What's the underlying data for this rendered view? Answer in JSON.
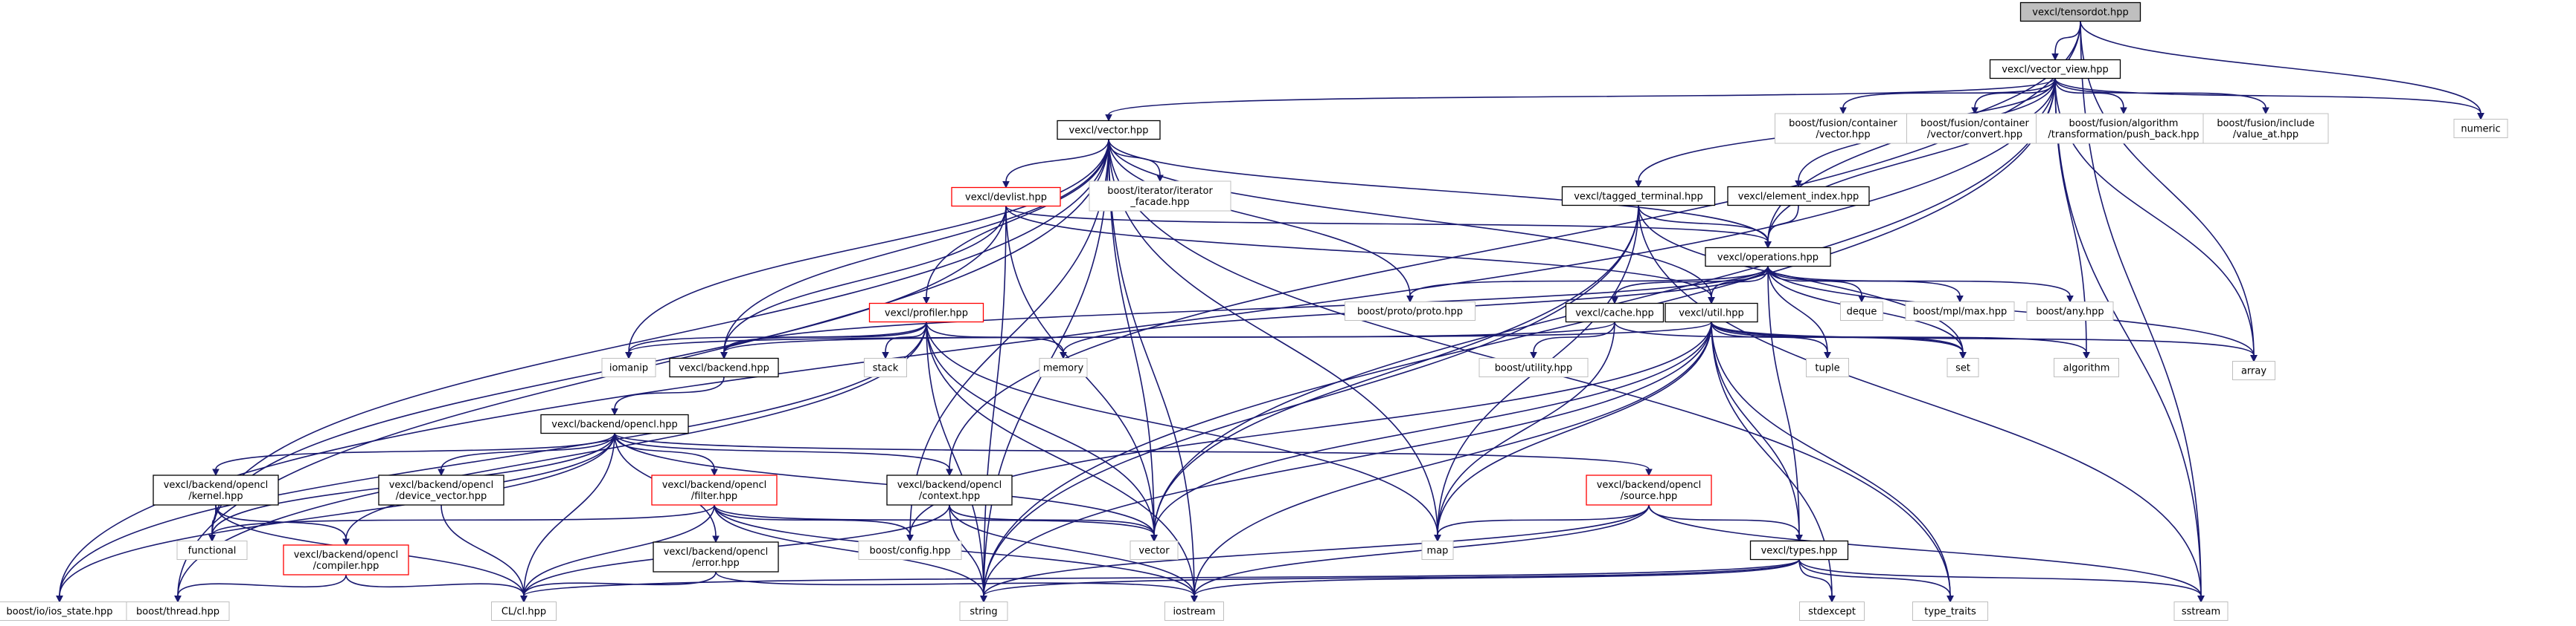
{
  "diagram": {
    "nodes": [
      {
        "id": "tensordot",
        "label": [
          "vexcl/tensordot.hpp"
        ],
        "style": "root"
      },
      {
        "id": "vector_view",
        "label": [
          "vexcl/vector_view.hpp"
        ],
        "style": "internal"
      },
      {
        "id": "numeric",
        "label": [
          "numeric"
        ],
        "style": "external"
      },
      {
        "id": "array",
        "label": [
          "array"
        ],
        "style": "external"
      },
      {
        "id": "vector",
        "label": [
          "vexcl/vector.hpp"
        ],
        "style": "internal"
      },
      {
        "id": "fusion_vector",
        "label": [
          "boost/fusion/container",
          "/vector.hpp"
        ],
        "style": "external"
      },
      {
        "id": "fusion_convert",
        "label": [
          "boost/fusion/container",
          "/vector/convert.hpp"
        ],
        "style": "external"
      },
      {
        "id": "fusion_push_back",
        "label": [
          "boost/fusion/algorithm",
          "/transformation/push_back.hpp"
        ],
        "style": "external"
      },
      {
        "id": "fusion_value_at",
        "label": [
          "boost/fusion/include",
          "/value_at.hpp"
        ],
        "style": "external"
      },
      {
        "id": "devlist",
        "label": [
          "vexcl/devlist.hpp"
        ],
        "style": "truncated"
      },
      {
        "id": "iterator_facade",
        "label": [
          "boost/iterator/iterator",
          "_facade.hpp"
        ],
        "style": "external"
      },
      {
        "id": "tagged_terminal",
        "label": [
          "vexcl/tagged_terminal.hpp"
        ],
        "style": "internal"
      },
      {
        "id": "element_index",
        "label": [
          "vexcl/element_index.hpp"
        ],
        "style": "internal"
      },
      {
        "id": "operations",
        "label": [
          "vexcl/operations.hpp"
        ],
        "style": "internal"
      },
      {
        "id": "profiler",
        "label": [
          "vexcl/profiler.hpp"
        ],
        "style": "truncated"
      },
      {
        "id": "proto",
        "label": [
          "boost/proto/proto.hpp"
        ],
        "style": "external"
      },
      {
        "id": "deque",
        "label": [
          "deque"
        ],
        "style": "external"
      },
      {
        "id": "mpl_max",
        "label": [
          "boost/mpl/max.hpp"
        ],
        "style": "external"
      },
      {
        "id": "any",
        "label": [
          "boost/any.hpp"
        ],
        "style": "external"
      },
      {
        "id": "cache",
        "label": [
          "vexcl/cache.hpp"
        ],
        "style": "internal"
      },
      {
        "id": "util",
        "label": [
          "vexcl/util.hpp"
        ],
        "style": "internal"
      },
      {
        "id": "iomanip",
        "label": [
          "iomanip"
        ],
        "style": "external"
      },
      {
        "id": "backend",
        "label": [
          "vexcl/backend.hpp"
        ],
        "style": "internal"
      },
      {
        "id": "stack",
        "label": [
          "stack"
        ],
        "style": "external"
      },
      {
        "id": "memory",
        "label": [
          "memory"
        ],
        "style": "external"
      },
      {
        "id": "boost_utility",
        "label": [
          "boost/utility.hpp"
        ],
        "style": "external"
      },
      {
        "id": "tuple",
        "label": [
          "tuple"
        ],
        "style": "external"
      },
      {
        "id": "set",
        "label": [
          "set"
        ],
        "style": "external"
      },
      {
        "id": "algorithm",
        "label": [
          "algorithm"
        ],
        "style": "external"
      },
      {
        "id": "opencl",
        "label": [
          "vexcl/backend/opencl.hpp"
        ],
        "style": "internal"
      },
      {
        "id": "kernel",
        "label": [
          "vexcl/backend/opencl",
          "/kernel.hpp"
        ],
        "style": "internal"
      },
      {
        "id": "device_vector",
        "label": [
          "vexcl/backend/opencl",
          "/device_vector.hpp"
        ],
        "style": "internal"
      },
      {
        "id": "filter",
        "label": [
          "vexcl/backend/opencl",
          "/filter.hpp"
        ],
        "style": "truncated"
      },
      {
        "id": "context",
        "label": [
          "vexcl/backend/opencl",
          "/context.hpp"
        ],
        "style": "internal"
      },
      {
        "id": "source",
        "label": [
          "vexcl/backend/opencl",
          "/source.hpp"
        ],
        "style": "truncated"
      },
      {
        "id": "functional",
        "label": [
          "functional"
        ],
        "style": "external"
      },
      {
        "id": "compiler",
        "label": [
          "vexcl/backend/opencl",
          "/compiler.hpp"
        ],
        "style": "truncated"
      },
      {
        "id": "error",
        "label": [
          "vexcl/backend/opencl",
          "/error.hpp"
        ],
        "style": "internal"
      },
      {
        "id": "boost_config",
        "label": [
          "boost/config.hpp"
        ],
        "style": "external"
      },
      {
        "id": "std_vector",
        "label": [
          "vector"
        ],
        "style": "external"
      },
      {
        "id": "map",
        "label": [
          "map"
        ],
        "style": "external"
      },
      {
        "id": "types",
        "label": [
          "vexcl/types.hpp"
        ],
        "style": "internal"
      },
      {
        "id": "io_state",
        "label": [
          "boost/io/ios_state.hpp"
        ],
        "style": "external"
      },
      {
        "id": "thread",
        "label": [
          "boost/thread.hpp"
        ],
        "style": "external"
      },
      {
        "id": "cl_hpp",
        "label": [
          "CL/cl.hpp"
        ],
        "style": "external"
      },
      {
        "id": "string",
        "label": [
          "string"
        ],
        "style": "external"
      },
      {
        "id": "iostream",
        "label": [
          "iostream"
        ],
        "style": "external"
      },
      {
        "id": "stdexcept",
        "label": [
          "stdexcept"
        ],
        "style": "external"
      },
      {
        "id": "type_traits",
        "label": [
          "type_traits"
        ],
        "style": "external"
      },
      {
        "id": "sstream",
        "label": [
          "sstream"
        ],
        "style": "external"
      }
    ],
    "edges": [
      [
        "tensordot",
        "vector_view"
      ],
      [
        "tensordot",
        "numeric"
      ],
      [
        "tensordot",
        "array"
      ],
      [
        "tensordot",
        "operations"
      ],
      [
        "tensordot",
        "sstream"
      ],
      [
        "tensordot",
        "context"
      ],
      [
        "vector_view",
        "vector"
      ],
      [
        "vector_view",
        "fusion_vector"
      ],
      [
        "vector_view",
        "fusion_convert"
      ],
      [
        "vector_view",
        "fusion_push_back"
      ],
      [
        "vector_view",
        "fusion_value_at"
      ],
      [
        "vector_view",
        "tagged_terminal"
      ],
      [
        "vector_view",
        "element_index"
      ],
      [
        "vector_view",
        "operations"
      ],
      [
        "vector_view",
        "numeric"
      ],
      [
        "vector_view",
        "array"
      ],
      [
        "vector_view",
        "sstream"
      ],
      [
        "vector_view",
        "std_vector"
      ],
      [
        "vector_view",
        "io_state"
      ],
      [
        "vector_view",
        "algorithm"
      ],
      [
        "vector_view",
        "string"
      ],
      [
        "vector",
        "devlist"
      ],
      [
        "vector",
        "iterator_facade"
      ],
      [
        "vector",
        "operations"
      ],
      [
        "vector",
        "profiler"
      ],
      [
        "vector",
        "proto"
      ],
      [
        "vector",
        "util"
      ],
      [
        "vector",
        "backend"
      ],
      [
        "vector",
        "iomanip"
      ],
      [
        "vector",
        "std_vector"
      ],
      [
        "vector",
        "map"
      ],
      [
        "vector",
        "string"
      ],
      [
        "vector",
        "iostream"
      ],
      [
        "vector",
        "functional"
      ],
      [
        "vector",
        "thread"
      ],
      [
        "vector",
        "type_traits"
      ],
      [
        "vector",
        "boost_config"
      ],
      [
        "devlist",
        "operations"
      ],
      [
        "devlist",
        "backend"
      ],
      [
        "devlist",
        "util"
      ],
      [
        "devlist",
        "std_vector"
      ],
      [
        "devlist",
        "string"
      ],
      [
        "devlist",
        "functional"
      ],
      [
        "tagged_terminal",
        "operations"
      ],
      [
        "tagged_terminal",
        "std_vector"
      ],
      [
        "tagged_terminal",
        "map"
      ],
      [
        "tagged_terminal",
        "string"
      ],
      [
        "tagged_terminal",
        "set"
      ],
      [
        "tagged_terminal",
        "sstream"
      ],
      [
        "element_index",
        "operations"
      ],
      [
        "operations",
        "proto"
      ],
      [
        "operations",
        "deque"
      ],
      [
        "operations",
        "mpl_max"
      ],
      [
        "operations",
        "any"
      ],
      [
        "operations",
        "cache"
      ],
      [
        "operations",
        "util"
      ],
      [
        "operations",
        "backend"
      ],
      [
        "operations",
        "types"
      ],
      [
        "operations",
        "memory"
      ],
      [
        "operations",
        "tuple"
      ],
      [
        "operations",
        "set"
      ],
      [
        "operations",
        "array"
      ],
      [
        "profiler",
        "backend"
      ],
      [
        "profiler",
        "stack"
      ],
      [
        "profiler",
        "memory"
      ],
      [
        "profiler",
        "iomanip"
      ],
      [
        "profiler",
        "std_vector"
      ],
      [
        "profiler",
        "map"
      ],
      [
        "profiler",
        "string"
      ],
      [
        "profiler",
        "iostream"
      ],
      [
        "profiler",
        "io_state"
      ],
      [
        "profiler",
        "thread"
      ],
      [
        "cache",
        "backend"
      ],
      [
        "cache",
        "boost_utility"
      ],
      [
        "cache",
        "map"
      ],
      [
        "cache",
        "set"
      ],
      [
        "util",
        "types"
      ],
      [
        "util",
        "iomanip"
      ],
      [
        "util",
        "tuple"
      ],
      [
        "util",
        "set"
      ],
      [
        "util",
        "algorithm"
      ],
      [
        "util",
        "array"
      ],
      [
        "util",
        "std_vector"
      ],
      [
        "util",
        "map"
      ],
      [
        "util",
        "string"
      ],
      [
        "util",
        "iostream"
      ],
      [
        "util",
        "stdexcept"
      ],
      [
        "util",
        "type_traits"
      ],
      [
        "util",
        "boost_config"
      ],
      [
        "backend",
        "opencl"
      ],
      [
        "opencl",
        "kernel"
      ],
      [
        "opencl",
        "device_vector"
      ],
      [
        "opencl",
        "filter"
      ],
      [
        "opencl",
        "context"
      ],
      [
        "opencl",
        "source"
      ],
      [
        "opencl",
        "compiler"
      ],
      [
        "opencl",
        "error"
      ],
      [
        "opencl",
        "cl_hpp"
      ],
      [
        "opencl",
        "io_state"
      ],
      [
        "opencl",
        "functional"
      ],
      [
        "opencl",
        "std_vector"
      ],
      [
        "kernel",
        "compiler"
      ],
      [
        "kernel",
        "cl_hpp"
      ],
      [
        "kernel",
        "functional"
      ],
      [
        "device_vector",
        "cl_hpp"
      ],
      [
        "filter",
        "cl_hpp"
      ],
      [
        "filter",
        "std_vector"
      ],
      [
        "filter",
        "string"
      ],
      [
        "filter",
        "functional"
      ],
      [
        "filter",
        "iostream"
      ],
      [
        "filter",
        "boost_config"
      ],
      [
        "context",
        "std_vector"
      ],
      [
        "context",
        "iostream"
      ],
      [
        "context",
        "string"
      ],
      [
        "context",
        "cl_hpp"
      ],
      [
        "source",
        "types"
      ],
      [
        "source",
        "map"
      ],
      [
        "source",
        "string"
      ],
      [
        "source",
        "iostream"
      ],
      [
        "source",
        "sstream"
      ],
      [
        "compiler",
        "cl_hpp"
      ],
      [
        "compiler",
        "thread"
      ],
      [
        "error",
        "cl_hpp"
      ],
      [
        "error",
        "iostream"
      ],
      [
        "types",
        "string"
      ],
      [
        "types",
        "iostream"
      ],
      [
        "types",
        "stdexcept"
      ],
      [
        "types",
        "type_traits"
      ],
      [
        "types",
        "sstream"
      ],
      [
        "types",
        "cl_hpp"
      ]
    ]
  },
  "colors": {
    "edge": "#191970",
    "root_fill": "#bfbfbf",
    "internal_border": "#000000",
    "truncated_border": "#ff0000",
    "external_border": "#bfbfbf",
    "background": "#ffffff"
  }
}
